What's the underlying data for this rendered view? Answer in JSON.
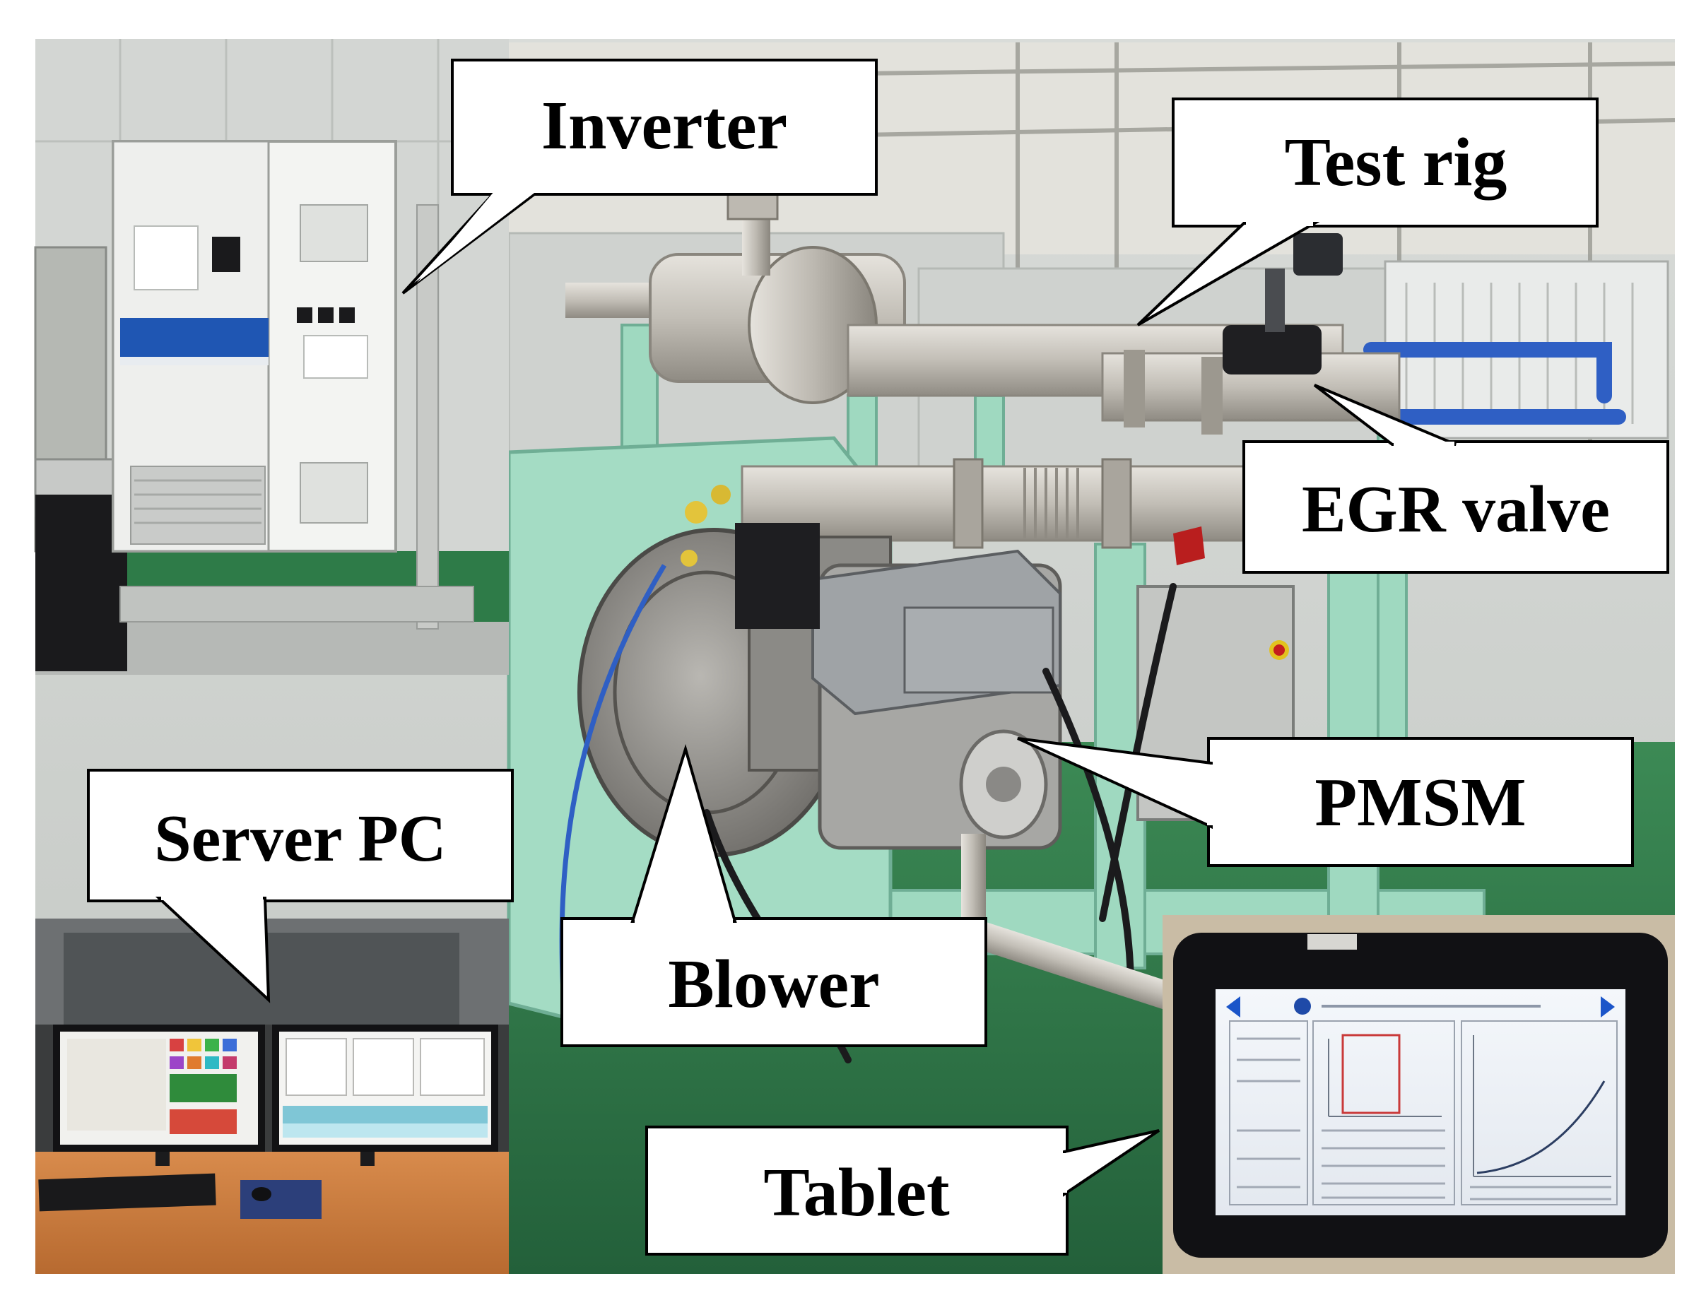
{
  "figure": {
    "panels": {
      "main": "test-rig-photo",
      "inverter": "inverter-cabinet-photo",
      "server_pc": "server-pc-photo",
      "tablet": "tablet-photo"
    },
    "labels": {
      "inverter": "Inverter",
      "test_rig": "Test rig",
      "egr_valve": "EGR valve",
      "pmsm": "PMSM",
      "server_pc": "Server PC",
      "blower": "Blower",
      "tablet": "Tablet"
    }
  },
  "colors": {
    "callout_fill": "#ffffff",
    "callout_stroke": "#000000",
    "rig_green": "#9fd9c0",
    "floor_green": "#2f7a46",
    "pipe_silver": "#c9c6c0"
  }
}
